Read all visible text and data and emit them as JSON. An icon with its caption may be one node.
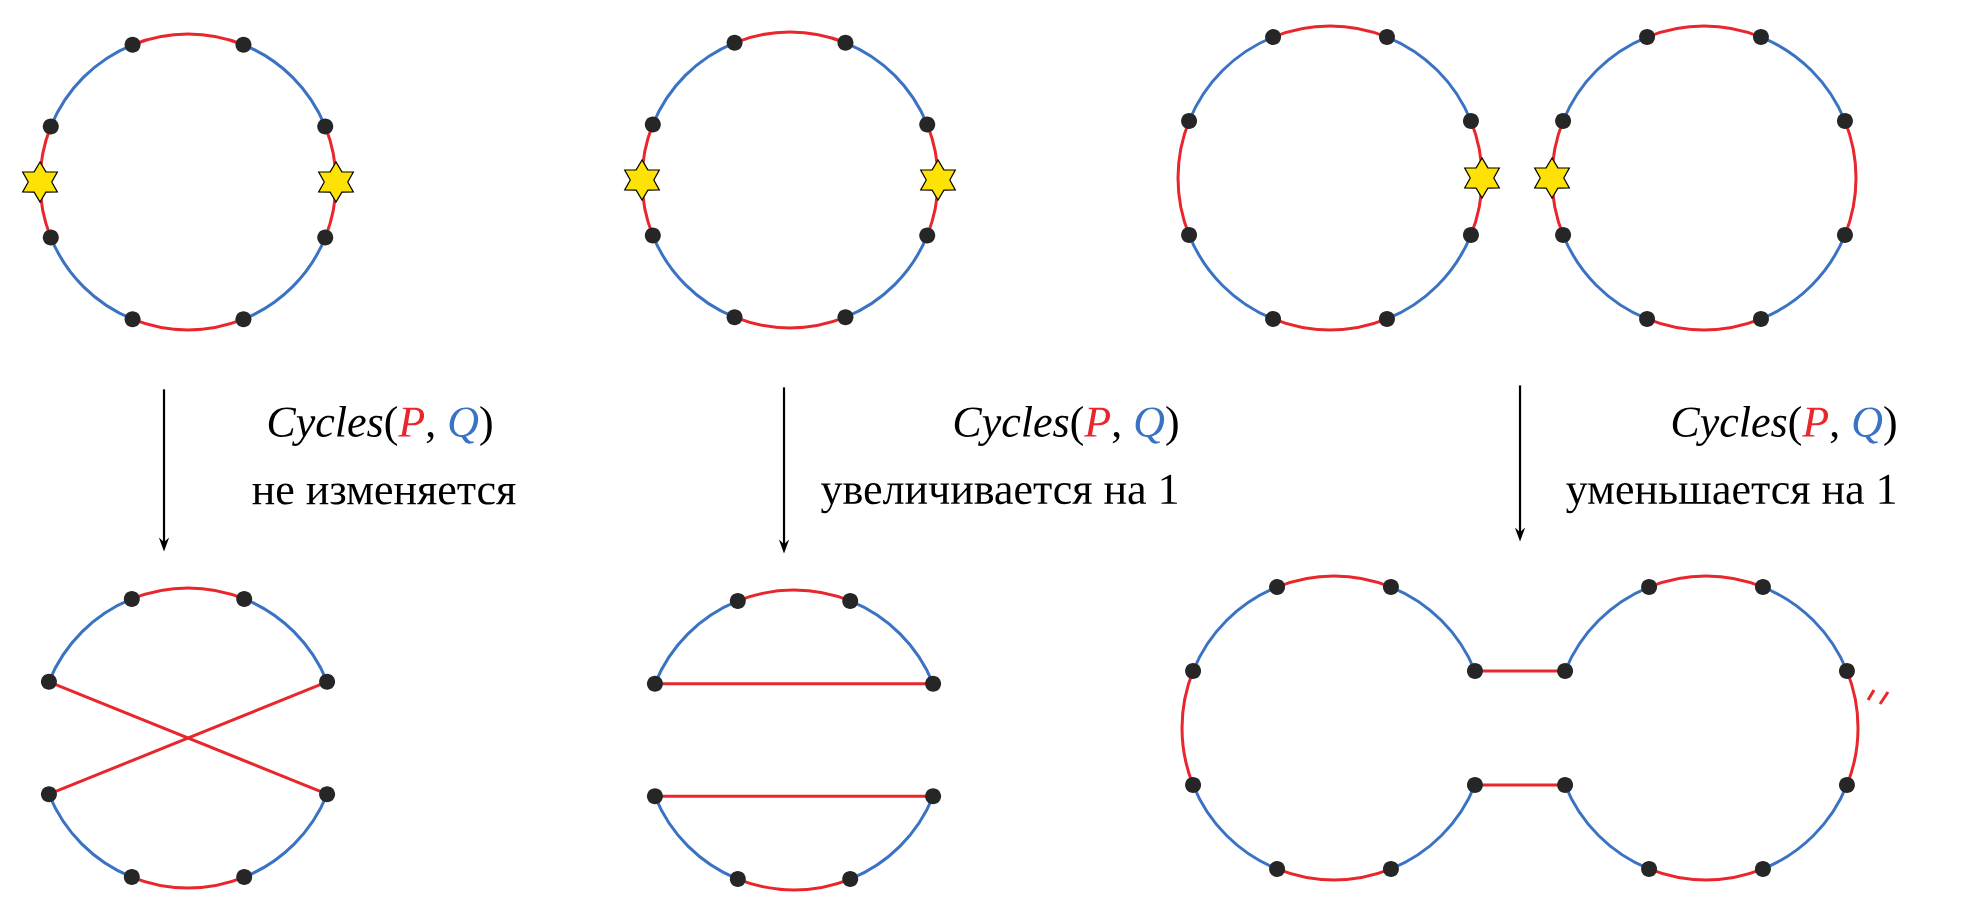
{
  "diagram": {
    "nodes": [
      {
        "text": [],
        "shape": "picture"
      },
      {
        "text": [],
        "shape": "picture"
      },
      {
        "text": [],
        "shape": "picture"
      },
      {
        "text": [],
        "shape": "picture"
      },
      {
        "text": [],
        "shape": "picture"
      },
      {
        "text": [],
        "shape": "picture"
      }
    ],
    "edges": [
      {
        "from": 0,
        "to": 3,
        "arrow": "to",
        "label": "*Cycles*(*P*, *Q*)"
      },
      {
        "from": 1,
        "to": 4,
        "arrow": "to",
        "label": "*Cycles*(*P*, *Q*)"
      },
      {
        "from": 2,
        "to": 5,
        "arrow": "to",
        "label": "*Cycles*(*P*, *Q*)"
      }
    ],
    "labels": [
      "не изменяется",
      "увеличивается на 1",
      "уменьшается на 1"
    ]
  }
}
